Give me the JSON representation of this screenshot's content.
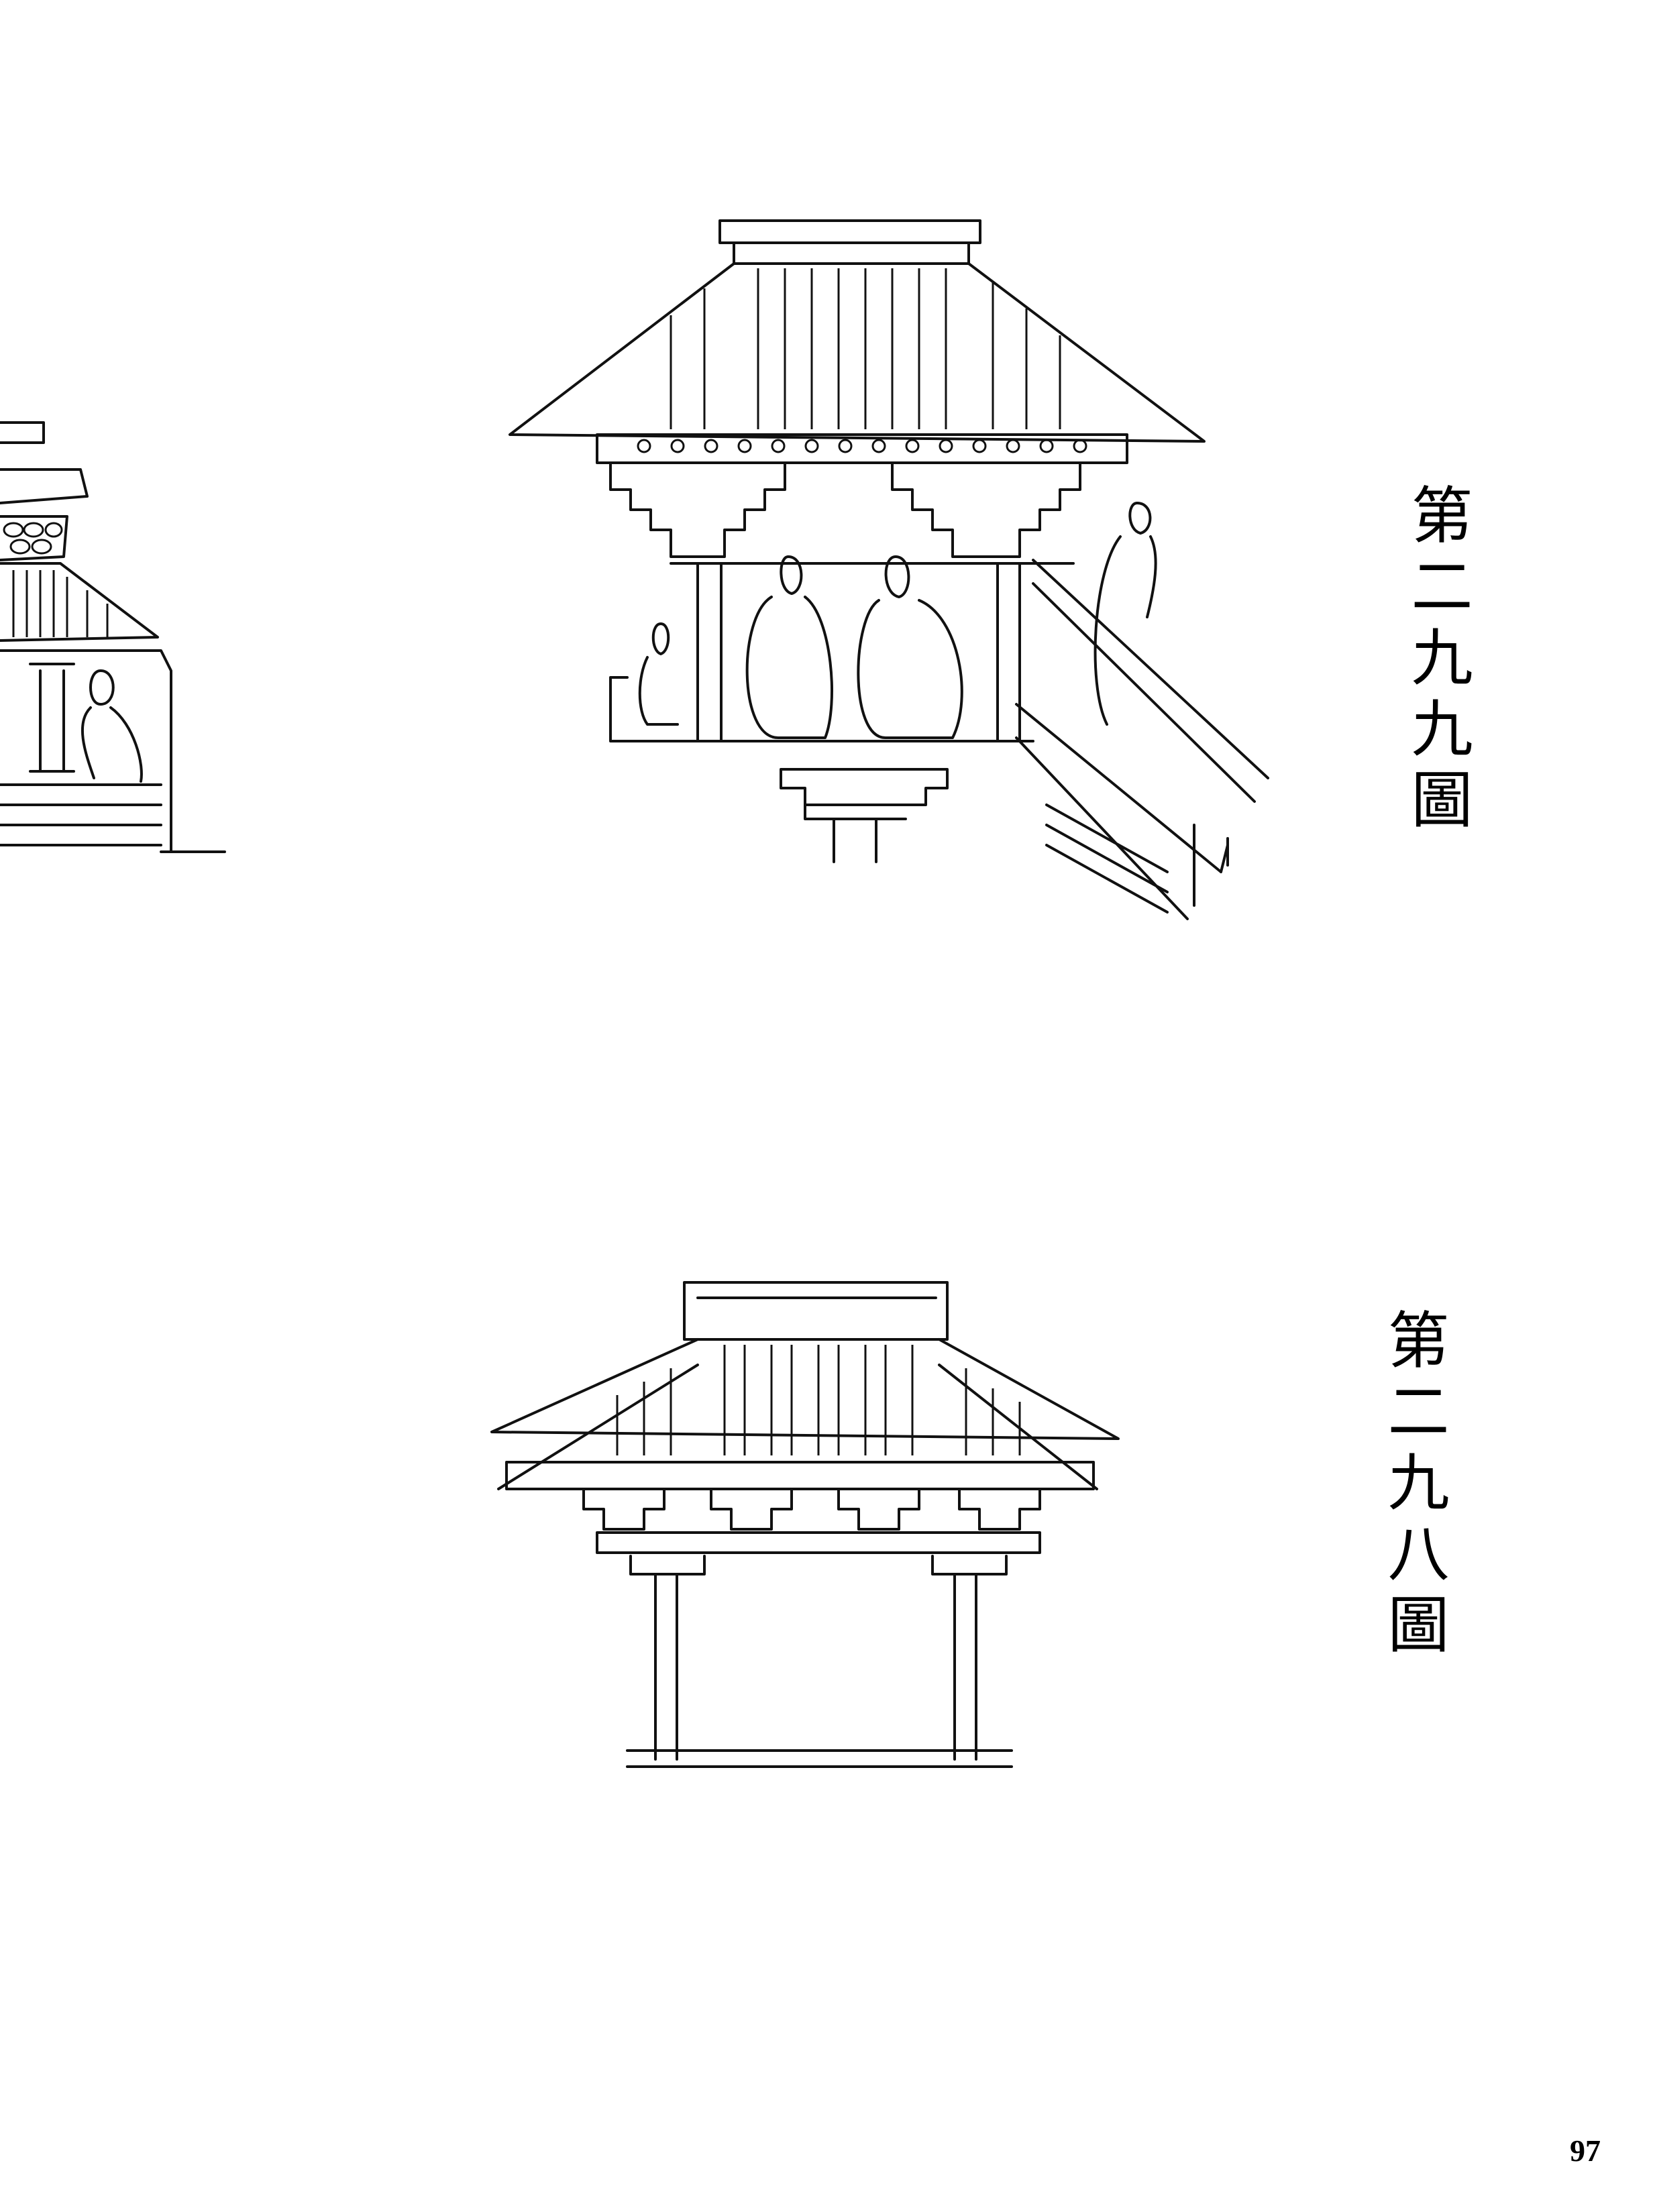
{
  "figures": [
    {
      "caption": "第二九九圖"
    },
    {
      "caption": "第二九八圖"
    }
  ],
  "page_number": "97"
}
